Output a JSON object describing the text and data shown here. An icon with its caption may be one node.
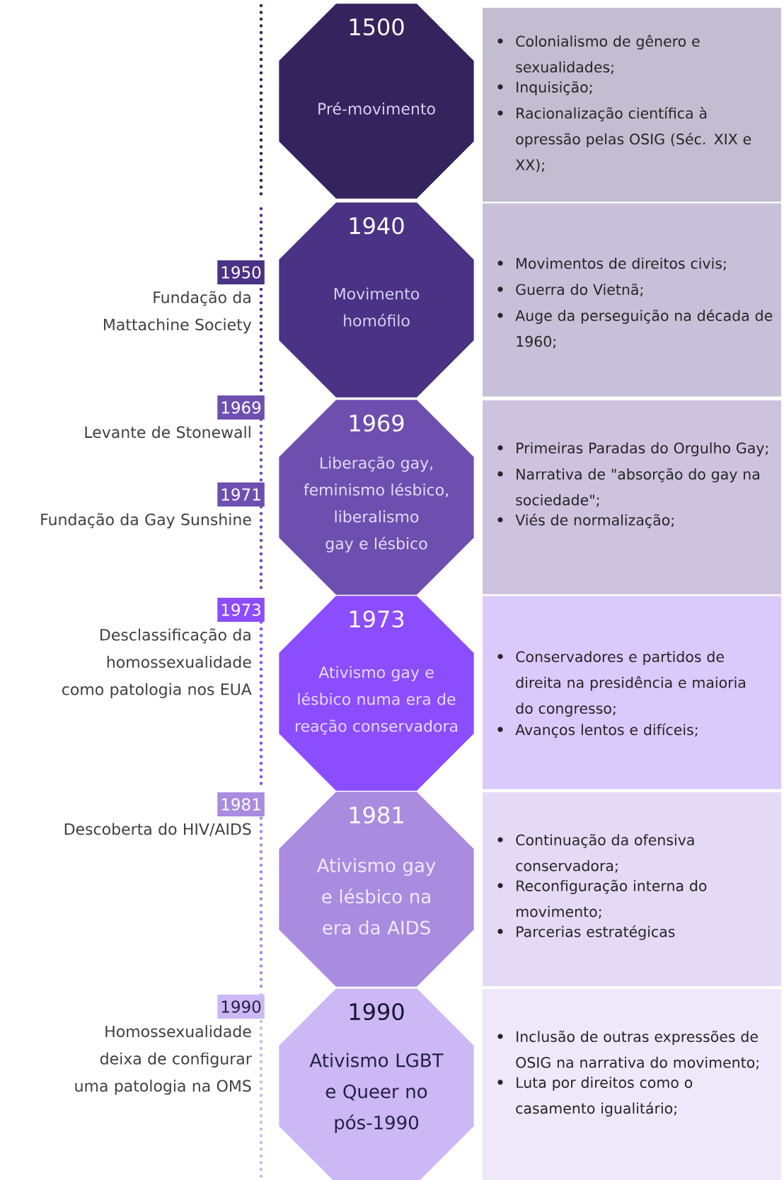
{
  "diagram": {
    "nodes": [
      {
        "text": [
          "1500",
          "Pré-movimento"
        ]
      },
      {
        "text": [
          "1940",
          "Movimento homófilo"
        ]
      },
      {
        "text": [
          "1969",
          "Liberação gay, feminismo lésbico, liberalismo gay e lésbico"
        ]
      },
      {
        "text": [
          "1973",
          "Ativismo gay e lésbico numa era de reação conservadora"
        ]
      },
      {
        "text": [
          "1981",
          "Ativismo gay e lésbico na era da AIDS"
        ]
      },
      {
        "text": [
          "1990",
          "Ativismo LGBT e Queer no pós-1990"
        ]
      },
      {
        "text": [
          "Colonialismo de gênero e sexualidades;",
          "Inquisição;",
          "Racionalização científica à opressão pelas OSIG (Séc. XIX e XX);"
        ]
      },
      {
        "text": [
          "Movimentos de direitos civis;",
          "Guerra do Vietnã;",
          "Auge da perseguição na década de 1960;"
        ]
      },
      {
        "text": [
          "Primeiras Paradas do Orgulho Gay;",
          "Narrativa de \"absorção do gay na sociedade\";",
          "Viés de normalização;"
        ]
      },
      {
        "text": [
          "Conservadores e partidos de direita na presidência e maioria do congresso;",
          "Avanços lentos e difíceis;"
        ]
      },
      {
        "text": [
          "Continuação da ofensiva conservadora;",
          "Reconfiguração interna do movimento;",
          "Parcerias estratégicas"
        ]
      },
      {
        "text": [
          "Inclusão de outras expressões de OSIG na narrativa do movimento;",
          "Luta por direitos como o casamento igualitário;"
        ]
      },
      {
        "text": [
          "1950"
        ],
        "beside": [
          "Fundação da Mattachine Society"
        ]
      },
      {
        "text": [
          "1969"
        ],
        "beside": [
          "Levante de Stonewall"
        ]
      },
      {
        "text": [
          "1971"
        ],
        "beside": [
          "Fundação da Gay Sunshine"
        ]
      },
      {
        "text": [
          "1973"
        ],
        "beside": [
          "Desclassificação da homossexualidade como patologia nos EUA"
        ]
      },
      {
        "text": [
          "1981"
        ],
        "beside": [
          "Descoberta do HIV/AIDS"
        ]
      },
      {
        "text": [
          "1990"
        ],
        "beside": [
          "Homossexualidade deixa de configurar uma patologia na OMS"
        ]
      }
    ]
  }
}
